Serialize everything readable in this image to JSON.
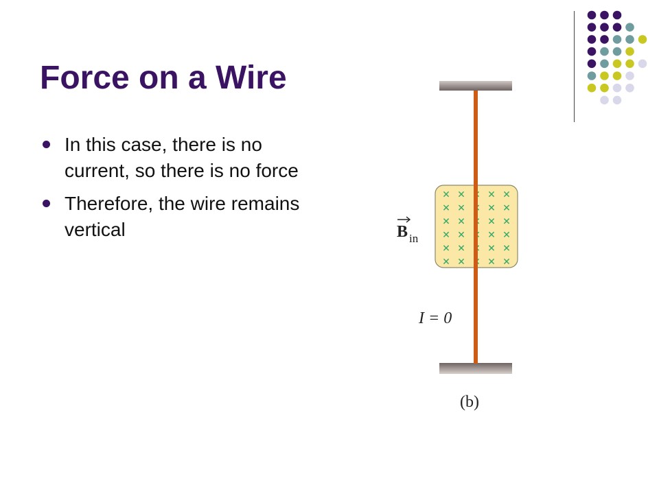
{
  "colors": {
    "title": "#3a1363",
    "bullet": "#3a1363",
    "wire": "#cc5c16",
    "field_region": "#fbe8a6",
    "field_border": "#8a8a6a",
    "cross": "#3aaa6a",
    "deco_purple": "#3a1363",
    "deco_teal": "#6f9c9e",
    "deco_yellow": "#c9c823",
    "deco_lavender": "#d8d8ea"
  },
  "slide": {
    "title": "Force on a Wire",
    "bullets": [
      "In this case, there is no current, so there is no force",
      "Therefore, the wire remains vertical"
    ]
  },
  "figure": {
    "field_symbol": "B",
    "field_subscript": "in",
    "current_label": "I = 0",
    "caption": "(b)",
    "cross_rows": 6,
    "cross_cols": 5
  },
  "decoration": {
    "dot_rows": [
      [
        "purple",
        "purple",
        "purple"
      ],
      [
        "purple",
        "purple",
        "purple",
        "teal"
      ],
      [
        "purple",
        "purple",
        "teal",
        "teal",
        "yellow"
      ],
      [
        "purple",
        "teal",
        "teal",
        "yellow"
      ],
      [
        "purple",
        "teal",
        "yellow",
        "yellow",
        "lavender"
      ],
      [
        "teal",
        "yellow",
        "yellow",
        "lavender"
      ],
      [
        "yellow",
        "yellow",
        "lavender",
        "lavender"
      ],
      [
        "lavender",
        "lavender"
      ]
    ]
  }
}
